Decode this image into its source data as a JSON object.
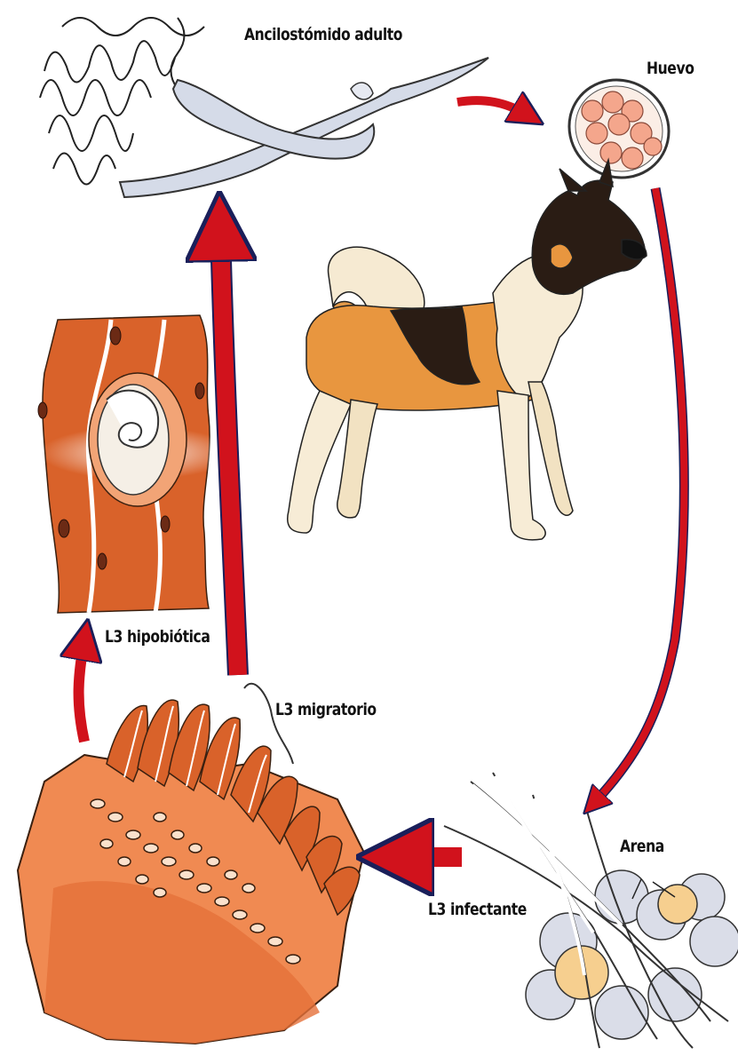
{
  "labels": {
    "adult": "Ancilostómido adulto",
    "egg": "Huevo",
    "sand": "Arena",
    "infective": "L3 infectante",
    "migratory": "L3 migratorio",
    "hypobiotic": "L3 hipobiótica"
  },
  "colors": {
    "arrow": "#d1121c",
    "arrow_outline": "#1a1f5a",
    "tissue": "#d9622a",
    "tissue_light": "#f2a476",
    "worm": "#d5dbe8",
    "egg_cell": "#f4a68c",
    "sand": "#dadde8"
  },
  "icons": [
    "adult-worm-icon",
    "egg-icon",
    "dog-icon",
    "larvae-in-sand-icon",
    "intestine-section-icon",
    "muscle-tissue-icon"
  ]
}
